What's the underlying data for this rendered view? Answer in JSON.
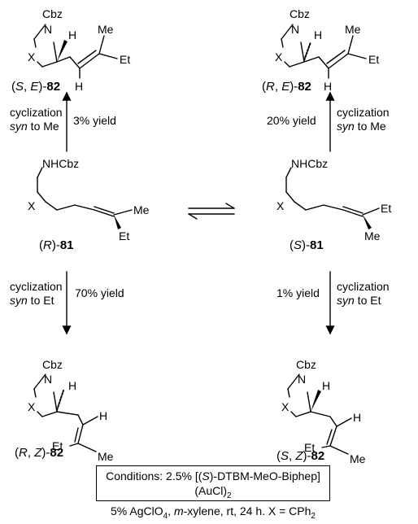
{
  "compounds": {
    "tl": {
      "substituents": {
        "cbz": "Cbz",
        "n": "N",
        "h": "H",
        "me": "Me",
        "et": "Et",
        "x": "X",
        "h2": "H"
      },
      "label": {
        "open": "(",
        "d1": "S",
        "sep": ", ",
        "d2": "E",
        "close": ")-",
        "num": "82"
      }
    },
    "tr": {
      "substituents": {
        "cbz": "Cbz",
        "n": "N",
        "h": "H",
        "me": "Me",
        "et": "Et",
        "x": "X",
        "h2": "H"
      },
      "label": {
        "open": "(",
        "d1": "R",
        "sep": ", ",
        "d2": "E",
        "close": ")-",
        "num": "82"
      }
    },
    "ml": {
      "substituents": {
        "nh": "NHCbz",
        "x": "X",
        "me": "Me",
        "et": "Et"
      },
      "label": {
        "open": "(",
        "d1": "R",
        "close": ")-",
        "num": "81"
      }
    },
    "mr": {
      "substituents": {
        "nh": "NHCbz",
        "x": "X",
        "et": "Et",
        "me": "Me"
      },
      "label": {
        "open": "(",
        "d1": "S",
        "close": ")-",
        "num": "81"
      }
    },
    "bl": {
      "substituents": {
        "cbz": "Cbz",
        "n": "N",
        "h": "H",
        "x": "X",
        "h2": "H",
        "et": "Et",
        "me": "Me"
      },
      "label": {
        "open": "(",
        "d1": "R",
        "sep": ", ",
        "d2": "Z",
        "close": ")-",
        "num": "82"
      }
    },
    "br": {
      "substituents": {
        "cbz": "Cbz",
        "n": "N",
        "h": "H",
        "x": "X",
        "h2": "H",
        "et": "Et",
        "me": "Me"
      },
      "label": {
        "open": "(",
        "d1": "S",
        "sep": ", ",
        "d2": "Z",
        "close": ")-",
        "num": "82"
      }
    }
  },
  "arrows": {
    "ul": {
      "line1": "cyclization",
      "line2_italic": "syn",
      "line2_rest": " to Me",
      "yield": "3% yield"
    },
    "ur": {
      "line1": "cyclization",
      "line2_italic": "syn",
      "line2_rest": " to Me",
      "yield": "20% yield"
    },
    "ll": {
      "line1": "cyclization",
      "line2_italic": "syn",
      "line2_rest": " to Et",
      "yield": "70% yield"
    },
    "lr": {
      "line1": "cyclization",
      "line2_italic": "syn",
      "line2_rest": " to Et",
      "yield": "1% yield"
    }
  },
  "conditions": {
    "line1_a": "Conditions: 2.5% [(",
    "line1_b": "S",
    "line1_c": ")-DTBM-MeO-Biphep](AuCl)",
    "line1_sub": "2",
    "line2_a": "5% AgClO",
    "line2_sub": "4",
    "line2_b": ", ",
    "line2_c": "m",
    "line2_d": "-xylene, rt, 24 h. X = CPh",
    "line2_sub2": "2"
  }
}
